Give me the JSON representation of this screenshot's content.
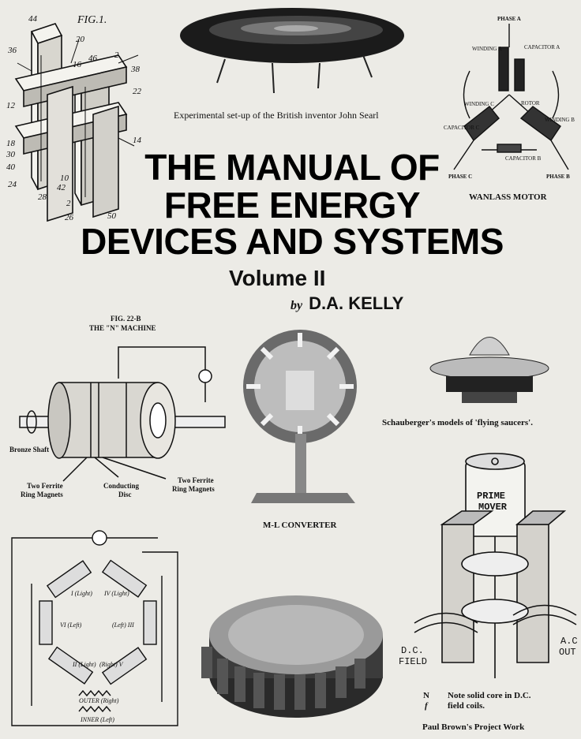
{
  "cover": {
    "title_lines": [
      "THE MANUAL OF",
      "FREE ENERGY",
      "DEVICES AND SYSTEMS"
    ],
    "volume": "Volume II",
    "author_prefix": "by",
    "author": "D.A. KELLY"
  },
  "figures": {
    "fig1_label": "FIG.1.",
    "fig1_numbers": [
      "44",
      "20",
      "36",
      "46",
      "2",
      "38",
      "16",
      "22",
      "12",
      "14",
      "18",
      "30",
      "40",
      "10",
      "24",
      "42",
      "28",
      "2",
      "26",
      "50"
    ],
    "searl_caption": "Experimental set-up of the British inventor John Searl",
    "wanlass_caption": "WANLASS MOTOR",
    "wanlass_labels": [
      "PHASE A",
      "CAPACITOR A",
      "WINDING A",
      "ROTOR",
      "WINDING C",
      "CAPACITOR C",
      "WINDING B",
      "CAPACITOR B",
      "PHASE C",
      "PHASE B"
    ],
    "n_machine_fig": "FIG. 22-B",
    "n_machine_title": "THE \"N\" MACHINE",
    "bronze_shaft": "Bronze Shaft",
    "ferrite_left_line1": "Two Ferrite",
    "ferrite_left_line2": "Ring Magnets",
    "disc_line1": "Conducting",
    "disc_line2": "Disc",
    "ferrite_right_line1": "Two Ferrite",
    "ferrite_right_line2": "Ring Magnets",
    "ml_caption": "M-L CONVERTER",
    "schauberger_caption": "Schauberger's models of 'flying saucers'.",
    "prime_mover_line1": "PRIME",
    "prime_mover_line2": "MOVER",
    "dc_field_line1": "D.C.",
    "dc_field_line2": "FIELD",
    "ac_out_line1": "A.C",
    "ac_out_line2": "OUT",
    "brown_note_symbol1": "N",
    "brown_note_text1": "Note solid core in D.C.",
    "brown_note_symbol2": "f",
    "brown_note_text2": "field coils.",
    "brown_caption": "Paul Brown's Project Work",
    "coil_labels": [
      "I (Light)",
      "IV (Light)",
      "VI (Left)",
      "(Left) III",
      "II (Light)",
      "(Right) V"
    ],
    "outer_label": "OUTER (Right)",
    "inner_label": "INNER (Left)"
  }
}
